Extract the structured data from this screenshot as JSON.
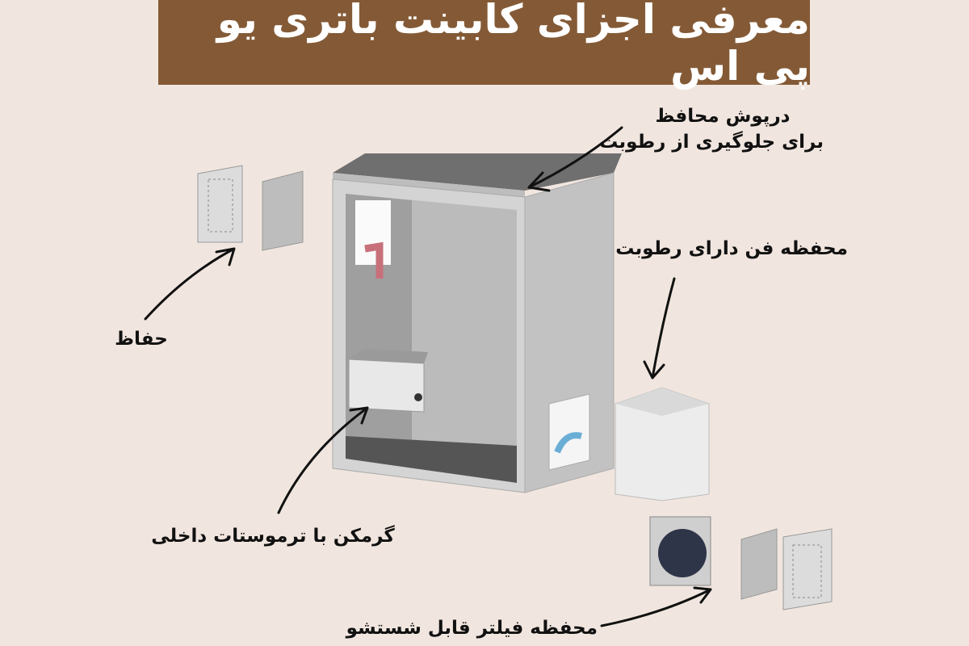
{
  "title": "معرفی اجزای کابینت باتری یو پی اس",
  "labels": {
    "cover_line1": "درپوش محافظ",
    "cover_line2": "برای جلوگیری از رطوبت",
    "fan_housing": "محفظه فن دارای رطوبت",
    "guard": "حفاظ",
    "heater": "گرمکن با ترموستات داخلی",
    "filter_housing": "محفظه فیلتر قابل شستشو"
  },
  "colors": {
    "title_bg": "#845a36",
    "background": "#f1e6df",
    "cabinet": "#c9c9c9",
    "heater_pipe": "#c8707a"
  }
}
